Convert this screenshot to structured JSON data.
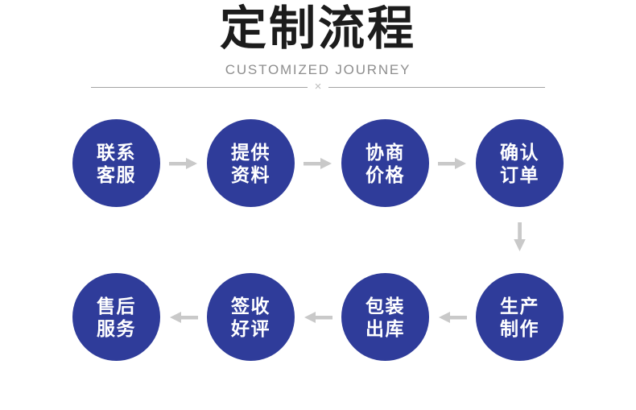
{
  "header": {
    "title": "定制流程",
    "subtitle": "CUSTOMIZED JOURNEY",
    "divider_mark": "×"
  },
  "flow": {
    "steps": [
      {
        "order": 1,
        "line1": "联系",
        "line2": "客服"
      },
      {
        "order": 2,
        "line1": "提供",
        "line2": "资料"
      },
      {
        "order": 3,
        "line1": "协商",
        "line2": "价格"
      },
      {
        "order": 4,
        "line1": "确认",
        "line2": "订单"
      },
      {
        "order": 5,
        "line1": "生产",
        "line2": "制作"
      },
      {
        "order": 6,
        "line1": "包装",
        "line2": "出库"
      },
      {
        "order": 7,
        "line1": "签收",
        "line2": "好评"
      },
      {
        "order": 8,
        "line1": "售后",
        "line2": "服务"
      }
    ],
    "row1_display_order": [
      "联系客服",
      "提供资料",
      "协商价格",
      "确认订单"
    ],
    "row2_display_order": [
      "售后服务",
      "签收好评",
      "包装出库",
      "生产制作"
    ],
    "row1_arrow_direction": "right",
    "row2_arrow_direction": "left",
    "connector_between_rows": "down"
  },
  "colors": {
    "background": "#ffffff",
    "circle_fill": "#2f3c9a",
    "circle_text": "#ffffff",
    "arrow": "#c9c9c9",
    "title_text": "#1c1c1c",
    "subtitle_text": "#8e8e8e",
    "divider_line": "#a3a3a3",
    "divider_mark": "#bcbcbc"
  }
}
